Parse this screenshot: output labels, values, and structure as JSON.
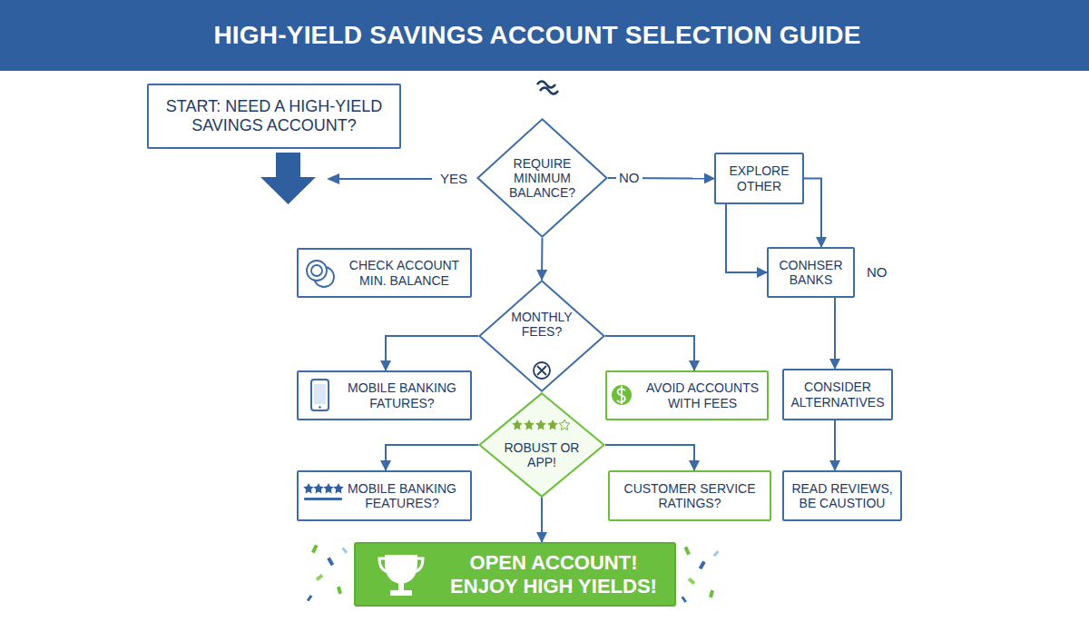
{
  "diagram": {
    "title": "HIGH-YIELD SAVINGS ACCOUNT SELECTION GUIDE",
    "nodes": [
      {
        "text": [
          "START: NEED A HIGH-YIELD SAVINGS ACCOUNT?"
        ]
      },
      {
        "text": [
          "REQUIRE MINIMUM BALANCE?"
        ]
      },
      {
        "text": [
          "EXPLORE OTHER"
        ]
      },
      {
        "text": [
          "CHECK ACCOUNT MIN. BALANCE"
        ]
      },
      {
        "text": [
          "CONHSER BANKS"
        ]
      },
      {
        "text": [
          "MONTHLY FEES?"
        ]
      },
      {
        "text": [
          "MOBILE BANKING FATURES?"
        ]
      },
      {
        "text": [
          "AVOID ACCOUNTS WITH FEES"
        ]
      },
      {
        "text": [
          "CONSIDER ALTERNATIVES"
        ]
      },
      {
        "text": [
          "ROBUST OR APP!"
        ]
      },
      {
        "text": [
          "MOBILE BANKING FEATURES?"
        ]
      },
      {
        "text": [
          "CUSTOMER SERVICE RATINGS?"
        ]
      },
      {
        "text": [
          "READ REVIEWS, BE CAUSTIOU"
        ]
      },
      {
        "text": [
          "OPEN ACCOUNT! ENJOY HIGH YIELDS!"
        ]
      }
    ],
    "edges": [
      {
        "from": 1,
        "to": 2,
        "label": "NO",
        "arrow": "to"
      },
      {
        "from": 1,
        "to": 5,
        "arrow": "to"
      },
      {
        "from": 2,
        "to": 4,
        "arrow": "to"
      },
      {
        "from": 2,
        "to": 4,
        "arrow": "to"
      },
      {
        "from": 4,
        "to": 8,
        "arrow": "to"
      },
      {
        "from": 8,
        "to": 12,
        "arrow": "to"
      },
      {
        "from": 5,
        "to": 6,
        "arrow": "to"
      },
      {
        "from": 5,
        "to": 7,
        "arrow": "to"
      },
      {
        "from": 9,
        "to": 10,
        "arrow": "to"
      },
      {
        "from": 9,
        "to": 11,
        "arrow": "to"
      },
      {
        "from": 9,
        "to": 13,
        "arrow": "to"
      }
    ],
    "labels": [
      "YES",
      "NO"
    ]
  }
}
